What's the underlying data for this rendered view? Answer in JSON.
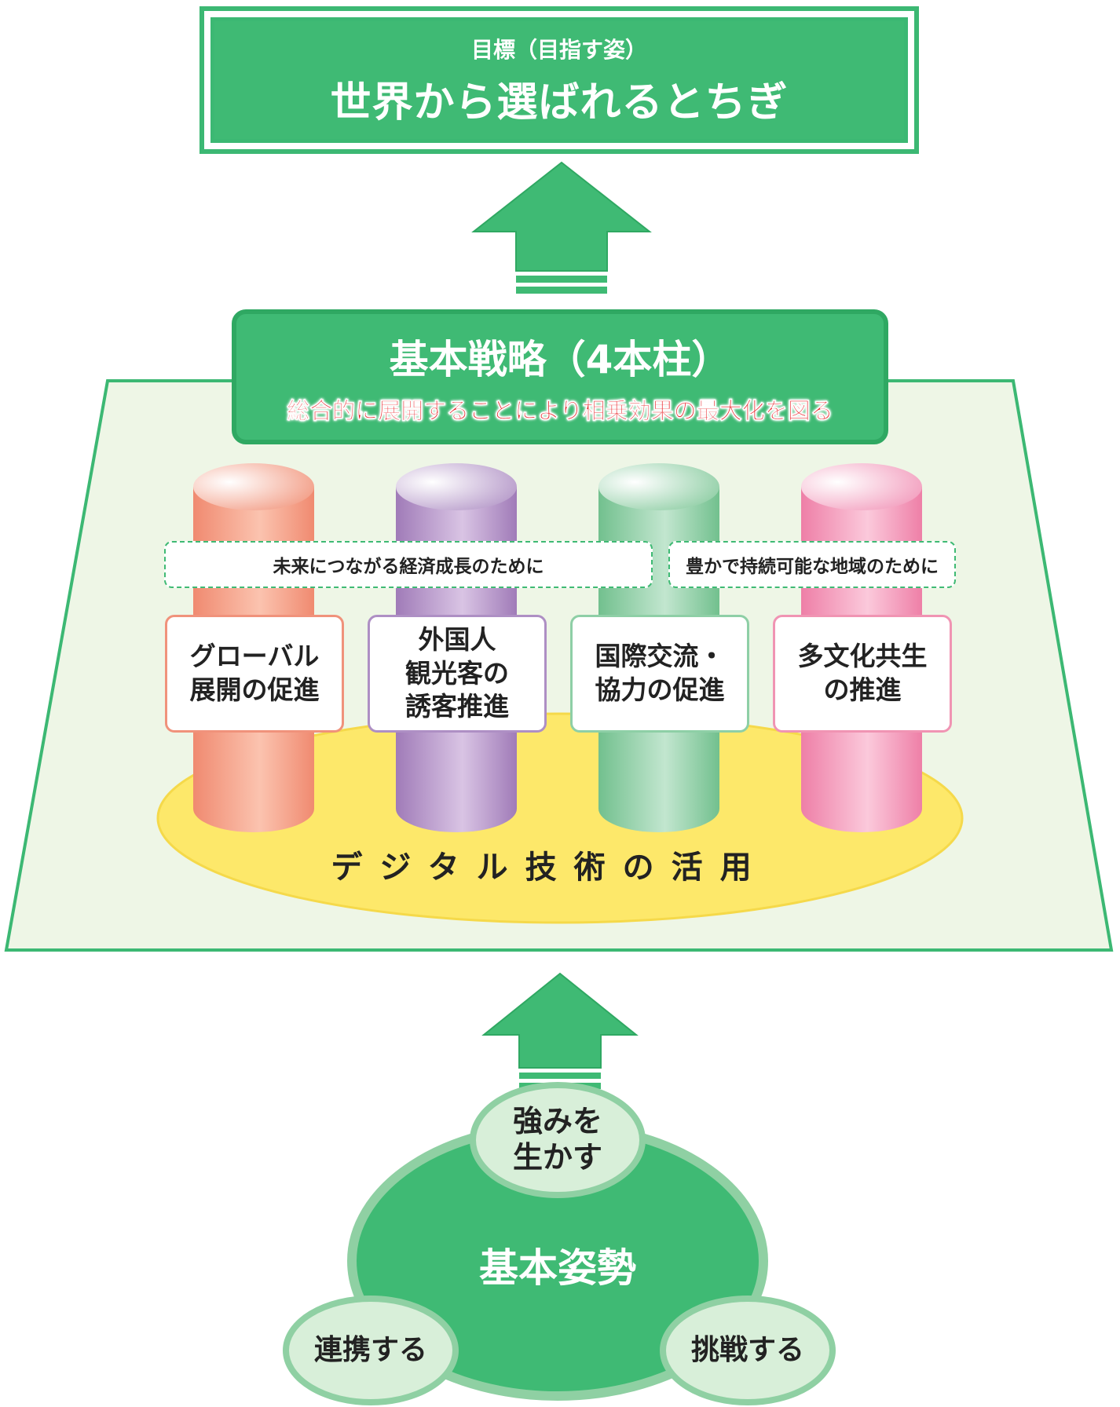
{
  "goal": {
    "label": "目標（目指す姿）",
    "title": "世界から選ばれるとちぎ"
  },
  "strategy": {
    "title": "基本戦略（4本柱）",
    "subtitle": "総合的に展開することにより相乗効果の最大化を図る"
  },
  "purposes": {
    "economic": "未来につながる経済成長のために",
    "regional": "豊かで持続可能な地域のために"
  },
  "pillars": [
    {
      "label": "グローバル\n展開の促進",
      "color": "#f0927b"
    },
    {
      "label": "外国人\n観光客の\n誘客推進",
      "color": "#ae8fc4"
    },
    {
      "label": "国際交流・\n協力の促進",
      "color": "#8ecfa6"
    },
    {
      "label": "多文化共生\nの推進",
      "color": "#f094b3"
    }
  ],
  "foundation": "デジタル技術の活用",
  "basic_stance": {
    "title": "基本姿勢",
    "items": [
      "強みを\n生かす",
      "連携する",
      "挑戦する"
    ]
  },
  "colors": {
    "green": "#3fba74",
    "light_green_bg": "#eef6e6",
    "yellow": "#fde86a",
    "accent_red": "#e8282d"
  }
}
